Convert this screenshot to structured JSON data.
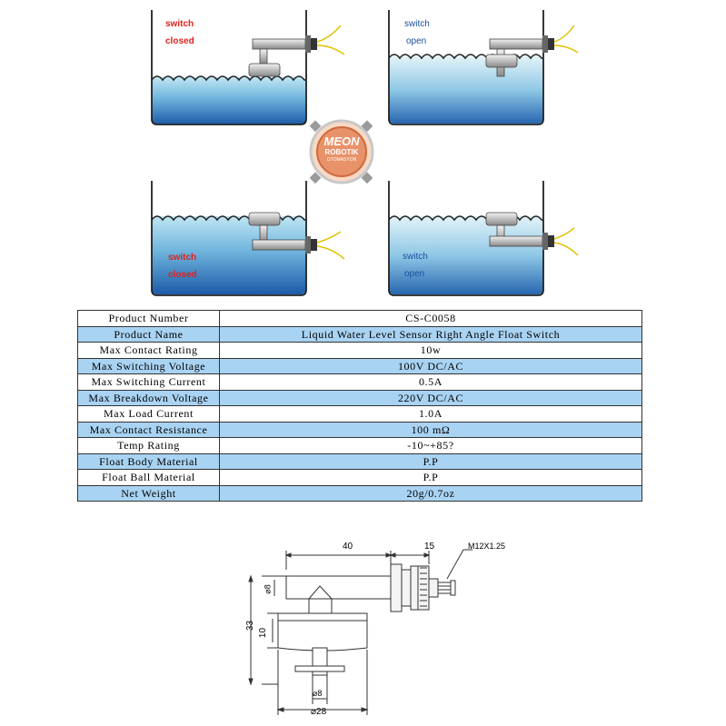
{
  "panels": [
    {
      "line1": "switch",
      "line2": "closed",
      "color": "#e0201a"
    },
    {
      "line1": "switch",
      "line2": "open",
      "color": "#1a4f9c"
    },
    {
      "line1": "switch",
      "line2": "closed",
      "color": "#e0201a"
    },
    {
      "line1": "switch",
      "line2": "open",
      "color": "#1a4f9c"
    }
  ],
  "logo": {
    "line1": "MEON",
    "line2": "ROBOTIK",
    "line3": "OTOMASYON"
  },
  "specs": [
    {
      "label": "Product Number",
      "value": "CS-C0058"
    },
    {
      "label": "Product Name",
      "value": "Liquid Water Level Sensor Right Angle Float Switch"
    },
    {
      "label": "Max Contact Rating",
      "value": "10w"
    },
    {
      "label": "Max Switching Voltage",
      "value": "100V DC/AC"
    },
    {
      "label": "Max Switching Current",
      "value": "0.5A"
    },
    {
      "label": "Max Breakdown Voltage",
      "value": "220V DC/AC"
    },
    {
      "label": "Max Load Current",
      "value": "1.0A"
    },
    {
      "label": "Max Contact Resistance",
      "value": "100 mΩ"
    },
    {
      "label": "Temp Rating",
      "value": "-10~+85?"
    },
    {
      "label": "Float Body Material",
      "value": "P.P"
    },
    {
      "label": "Float Ball Material",
      "value": "P.P"
    },
    {
      "label": "Net Weight",
      "value": "20g/0.7oz"
    }
  ],
  "drawing": {
    "dim_40": "40",
    "dim_15": "15",
    "thread": "M12X1.25",
    "dim_phi8_top": "⌀8",
    "dim_33": "33",
    "dim_10": "10",
    "dim_phi8_bottom": "⌀8",
    "dim_phi28": "⌀28"
  },
  "colors": {
    "water_top": "#a8dcef",
    "water_bottom": "#1f63ad",
    "table_alt": "#a9d3f2"
  }
}
